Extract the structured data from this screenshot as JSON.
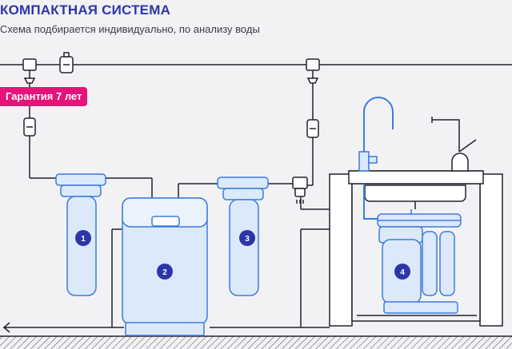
{
  "header": {
    "title": "КОМПАКТНАЯ СИСТЕМА",
    "subtitle": "Схема подбирается индивидуально, по анализу воды"
  },
  "badge": {
    "label": "Гарантия 7 лет"
  },
  "components": [
    {
      "number": "1"
    },
    {
      "number": "2"
    },
    {
      "number": "3"
    },
    {
      "number": "4"
    }
  ],
  "colors": {
    "accent": "#2c36a8",
    "badge": "#e6147a",
    "line": "#23232e",
    "filter_fill": "#dbe9fb",
    "filter_stroke": "#3d7be0",
    "number_circle": "#2c36a8",
    "background": "#f2f2f4"
  }
}
